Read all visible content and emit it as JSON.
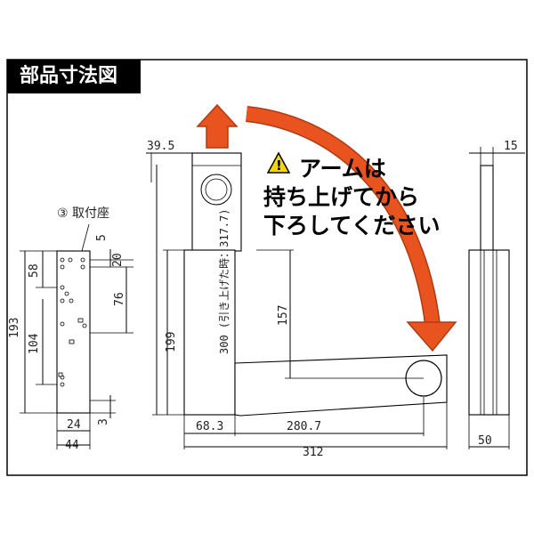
{
  "title": "部品寸法図",
  "warning": {
    "icon": "warning-icon",
    "lines": [
      "アームは",
      "持ち上げてから",
      "下ろしてください"
    ]
  },
  "mount": {
    "label": "③ 取付座",
    "dims": {
      "h193": "193",
      "h104": "104",
      "h58": "58",
      "h76": "76",
      "h5": "5",
      "h20": "20",
      "h3": "3",
      "w24": "24",
      "w44": "44"
    }
  },
  "front": {
    "dims": {
      "w39_5": "39.5",
      "h300": "300 (引き上げた時：317.7)",
      "h199": "199",
      "h157": "157",
      "w68_3": "68.3",
      "w280_7": "280.7",
      "w312": "312"
    }
  },
  "side": {
    "dims": {
      "w15": "15",
      "w50": "50"
    }
  },
  "colors": {
    "arrow_fill": "#e8531f",
    "arrow_stroke": "#b03a10",
    "warning_yellow": "#f6d600",
    "title_bg": "#000000",
    "title_text": "#ffffff"
  }
}
